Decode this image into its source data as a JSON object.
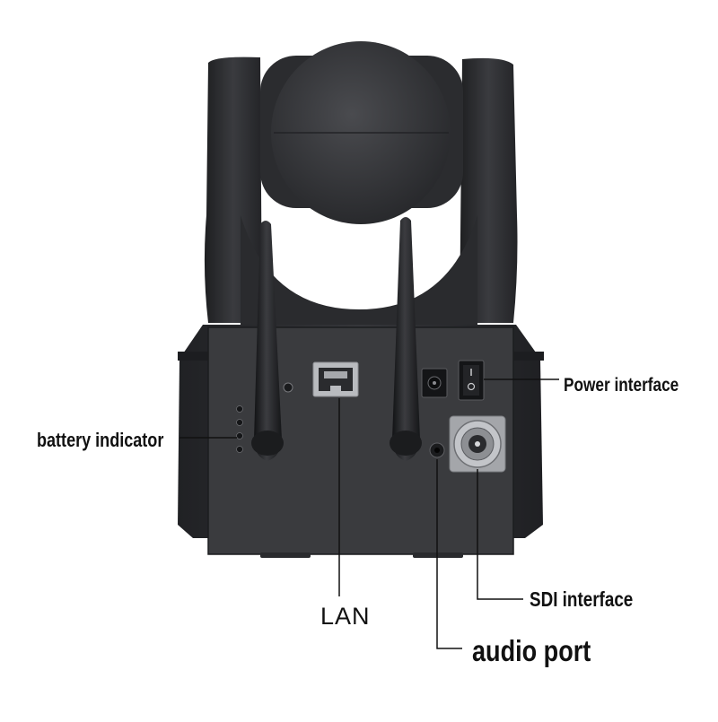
{
  "labels": {
    "power_interface": "Power interface",
    "battery_indicator": "battery indicator",
    "lan": "LAN",
    "audio_port": "audio port",
    "sdi_interface": "SDI interface"
  },
  "colors": {
    "background": "#ffffff",
    "camera_body": "#2c2d30",
    "rear_panel": "#3c3d40",
    "callout_line": "#111111",
    "label_text": "#111111"
  }
}
